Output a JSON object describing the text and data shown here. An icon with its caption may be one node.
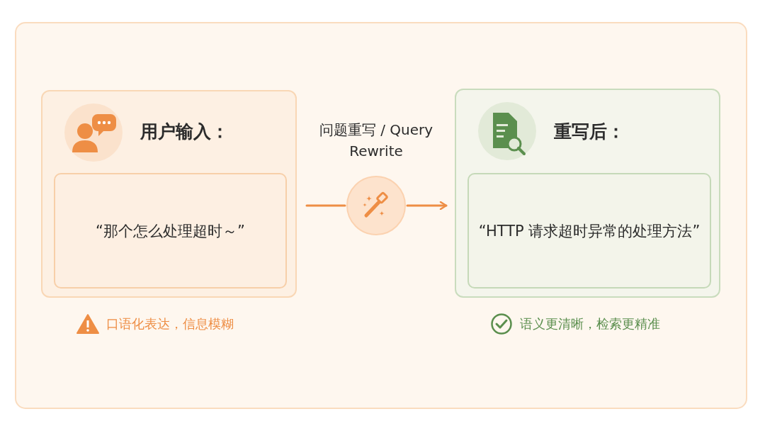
{
  "diagram": {
    "nodes": [
      {
        "text": [
          "用户输入："
        ],
        "beside": [
          "口语化表达，信息模糊"
        ]
      },
      {
        "text": [
          "“那个怎么处理超时～”"
        ],
        "in": 0
      },
      {
        "text": [],
        "shape": "circle",
        "beside": [
          "问题重写 / Query Rewrite"
        ]
      },
      {
        "text": [
          "重写后："
        ],
        "beside": [
          "语义更清晰，检索更精准"
        ]
      },
      {
        "text": [
          "“HTTP 请求超时异常的处理方法”"
        ],
        "in": 3
      }
    ],
    "edges": [
      {
        "from": 0,
        "to": 2,
        "arrow": "none"
      },
      {
        "from": 2,
        "to": 3,
        "arrow": "to"
      }
    ]
  }
}
